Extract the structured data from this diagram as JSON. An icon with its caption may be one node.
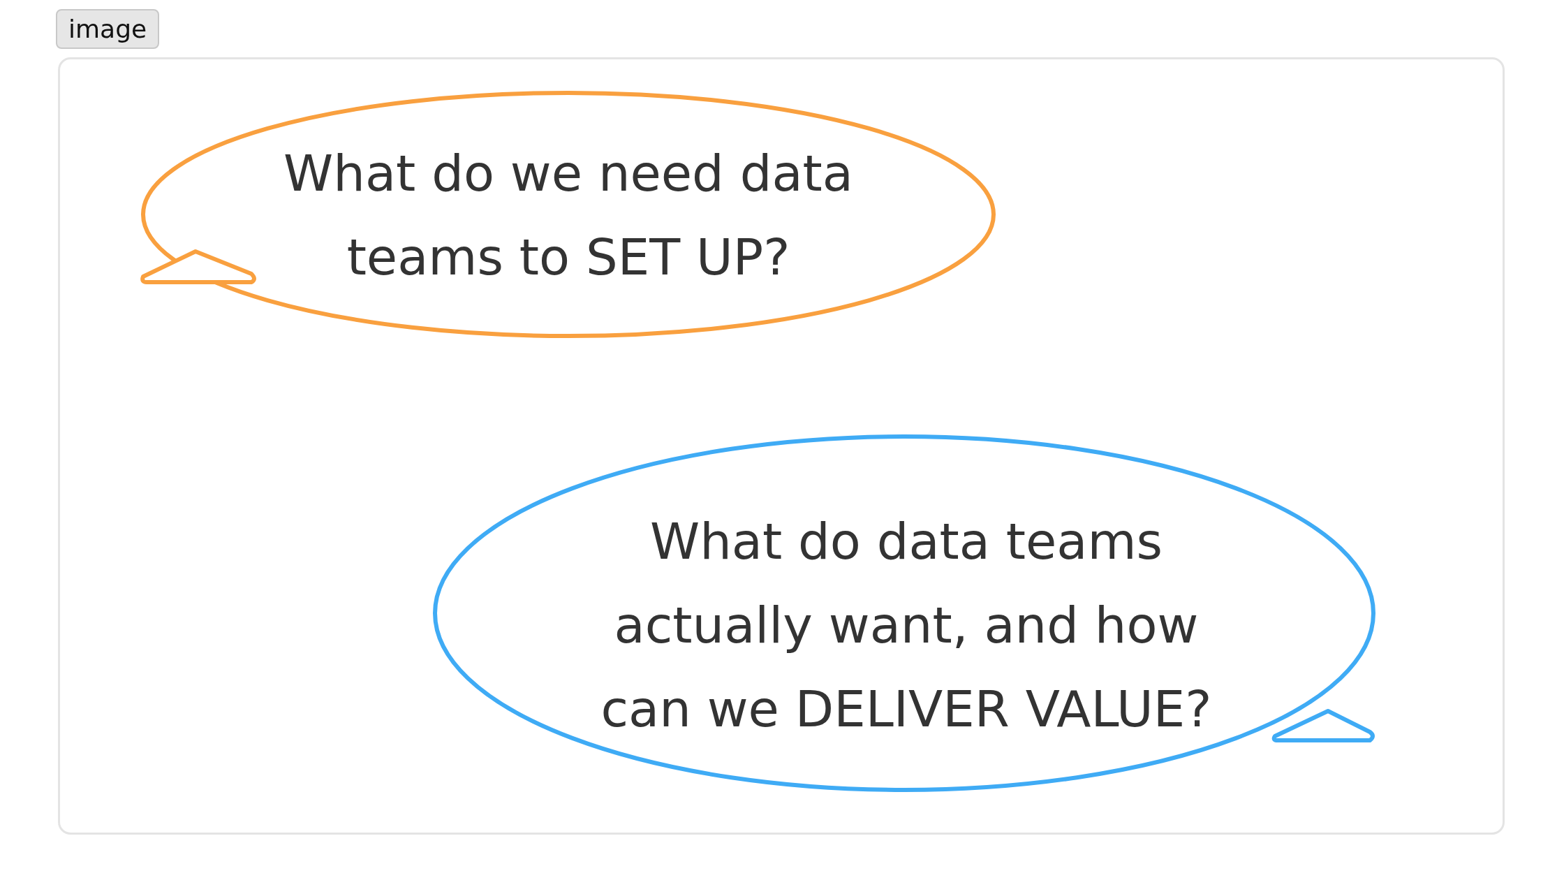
{
  "diagram": {
    "nodes": [
      {
        "text": [
          "What do we need data teams to SET UP?"
        ]
      },
      {
        "text": [
          "What do data teams actually want, and how can we DELIVER VALUE?"
        ]
      }
    ],
    "labels": [
      "image"
    ]
  }
}
